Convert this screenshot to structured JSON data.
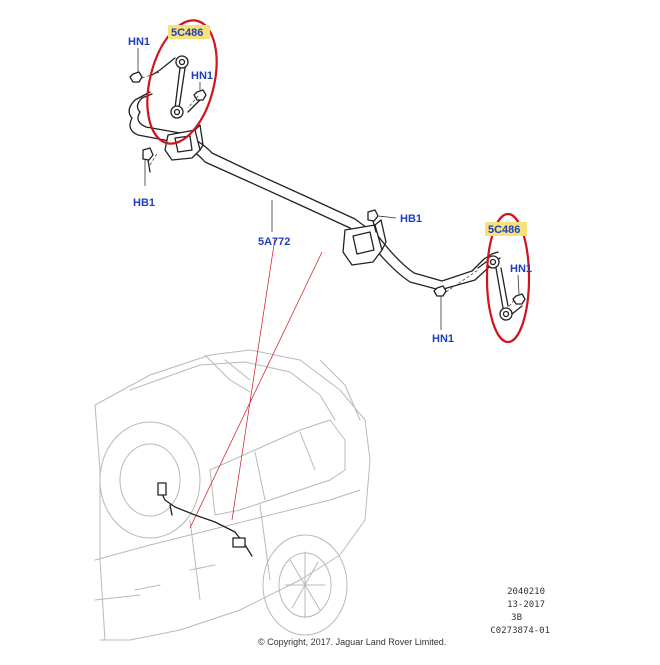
{
  "labels": {
    "hn1_top_left": "HN1",
    "sc480_top_left": "5C486",
    "hn1_top_mid": "HN1",
    "hb1_left": "HB1",
    "part_5a772": "5A772",
    "hb1_right": "HB1",
    "sc480_right": "5C486",
    "hn1_right_upper": "HN1",
    "hn1_right_lower": "HN1"
  },
  "footer": {
    "ref_date": "2040210",
    "ref_year": "13-2017",
    "ref_rev": "3B",
    "ref_code": "C0273874-01",
    "copyright": "© Copyright, 2017. Jaguar Land Rover Limited."
  },
  "colors": {
    "label_blue": "#1f3fbf",
    "highlight_yellow": "#f6e27a",
    "ring_red": "#d0141d"
  }
}
